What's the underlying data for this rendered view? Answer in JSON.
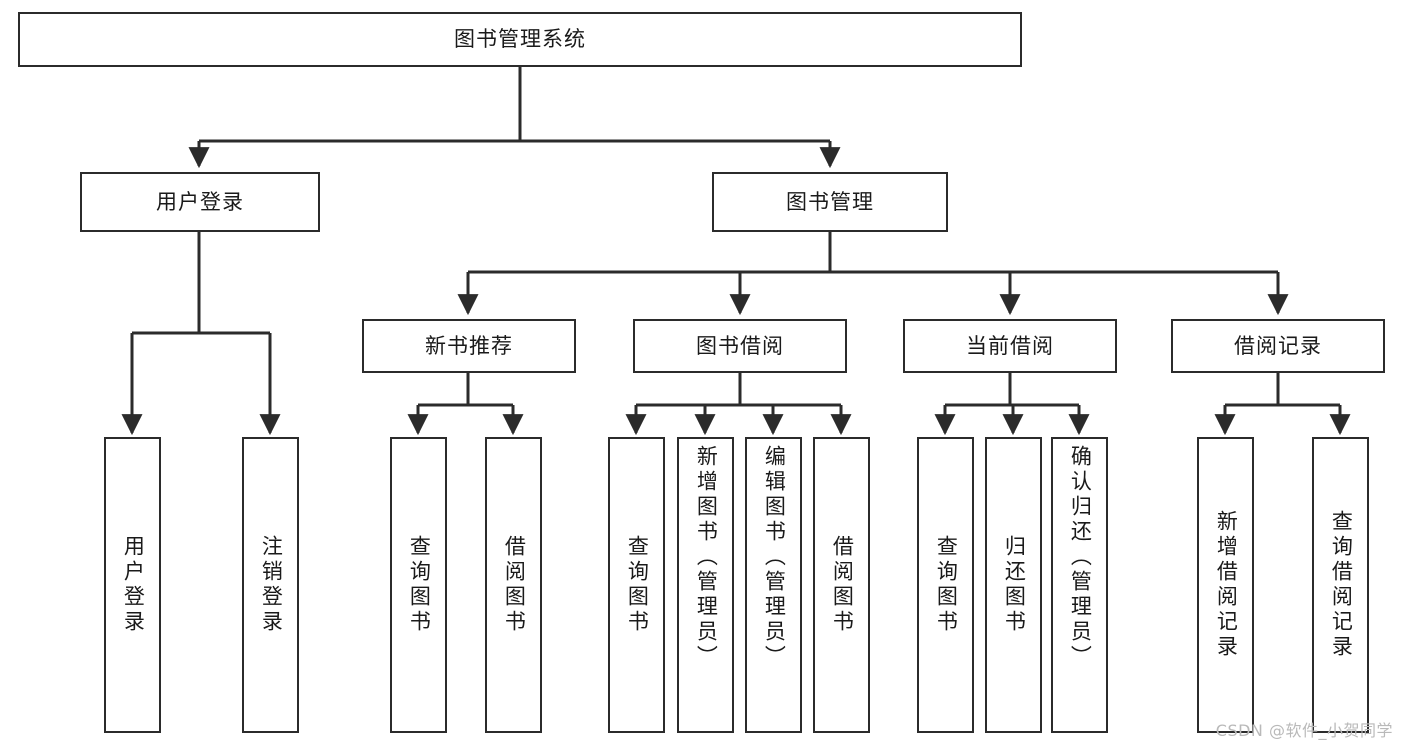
{
  "diagram": {
    "title": "图书管理系统",
    "type": "tree",
    "colors": {
      "background": "#ffffff",
      "stroke": "#2b2b2b",
      "text": "#1a1a1a",
      "watermark": "#b9b9b9"
    },
    "root": {
      "label": "图书管理系统"
    },
    "level2": [
      {
        "label": "用户登录"
      },
      {
        "label": "图书管理"
      }
    ],
    "level3": [
      {
        "label": "新书推荐"
      },
      {
        "label": "图书借阅"
      },
      {
        "label": "当前借阅"
      },
      {
        "label": "借阅记录"
      }
    ],
    "leaves": {
      "user_login": [
        {
          "label": "用户登录"
        },
        {
          "label": "注销登录"
        }
      ],
      "new_book": [
        {
          "label": "查询图书"
        },
        {
          "label": "借阅图书"
        }
      ],
      "book_borrow": [
        {
          "label": "查询图书"
        },
        {
          "label": "新增图书（管理员）"
        },
        {
          "label": "编辑图书（管理员）"
        },
        {
          "label": "借阅图书"
        }
      ],
      "current_borrow": [
        {
          "label": "查询图书"
        },
        {
          "label": "归还图书"
        },
        {
          "label": "确认归还（管理员）"
        }
      ],
      "borrow_record": [
        {
          "label": "新增借阅记录"
        },
        {
          "label": "查询借阅记录"
        }
      ]
    }
  },
  "watermark": {
    "text": "CSDN @软件_小贺同学"
  }
}
